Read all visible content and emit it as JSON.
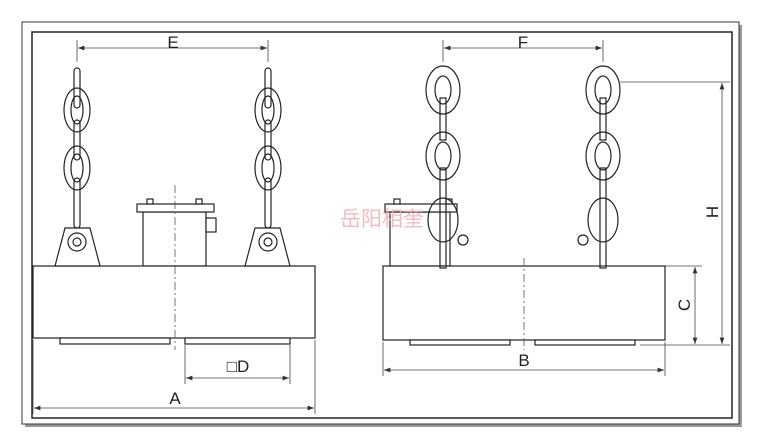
{
  "labels": {
    "A": "A",
    "B": "B",
    "C": "C",
    "D": "□D",
    "E": "E",
    "F": "F",
    "H": "H"
  },
  "watermark": "岳阳相奎"
}
